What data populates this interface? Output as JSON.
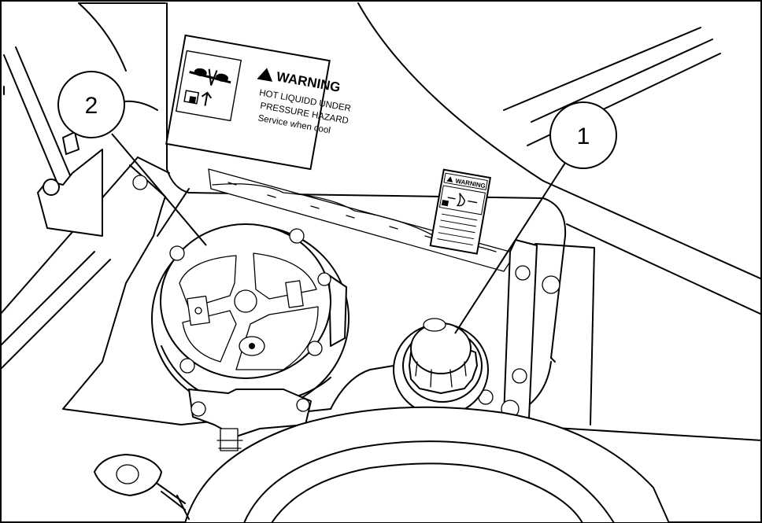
{
  "callouts": [
    {
      "id": "1",
      "text": "1"
    },
    {
      "id": "2",
      "text": "2"
    }
  ],
  "warning_label_large": {
    "heading": "WARNING",
    "line1": "HOT LIQUIDD UNDER",
    "line2": "PRESSURE HAZARD",
    "line3": "Service when cool"
  },
  "warning_label_small": {
    "heading": "WARNING"
  },
  "colors": {
    "line": "#000000",
    "background": "#ffffff"
  }
}
